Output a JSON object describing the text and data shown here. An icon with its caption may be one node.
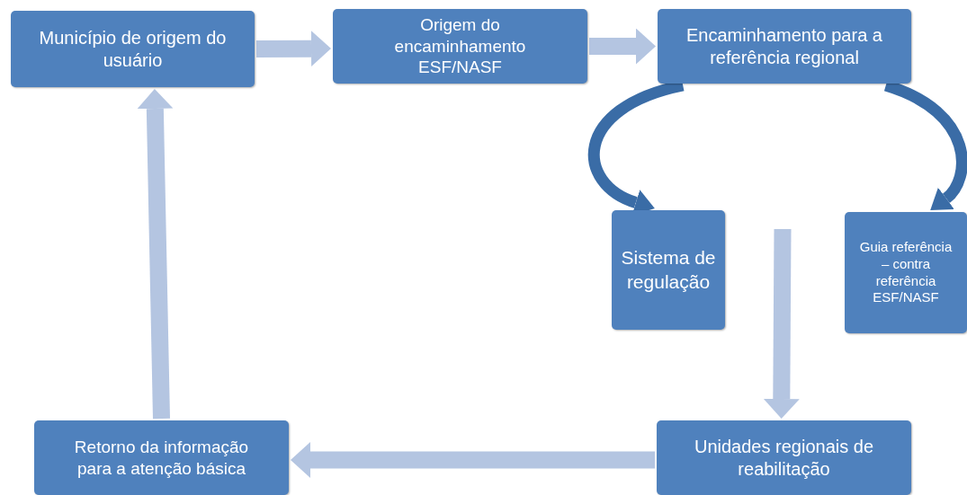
{
  "diagram": {
    "nodes": [
      {
        "text": [
          "Município de origem do usuário"
        ]
      },
      {
        "text": [
          "Origem do encaminhamento ESF/NASF"
        ]
      },
      {
        "text": [
          "Encaminhamento para a referência regional"
        ]
      },
      {
        "text": [
          "Sistema de regulação"
        ]
      },
      {
        "text": [
          "Guia referência – contra referência ESF/NASF"
        ]
      },
      {
        "text": [
          "Unidades regionais de reabilitação"
        ]
      },
      {
        "text": [
          "Retorno da informação para a atenção básica"
        ]
      }
    ],
    "edges": [
      {
        "from": 0,
        "to": 1,
        "arrow": "to"
      },
      {
        "from": 1,
        "to": 2,
        "arrow": "to"
      },
      {
        "from": 2,
        "to": 3,
        "arrow": "to",
        "color": "#3a6ca6"
      },
      {
        "from": 2,
        "to": 4,
        "arrow": "to",
        "color": "#3a6ca6"
      },
      {
        "from": null,
        "to": 5,
        "arrow": "to"
      },
      {
        "from": 5,
        "to": 6,
        "arrow": "to"
      },
      {
        "from": 6,
        "to": 0,
        "arrow": "to"
      }
    ]
  }
}
